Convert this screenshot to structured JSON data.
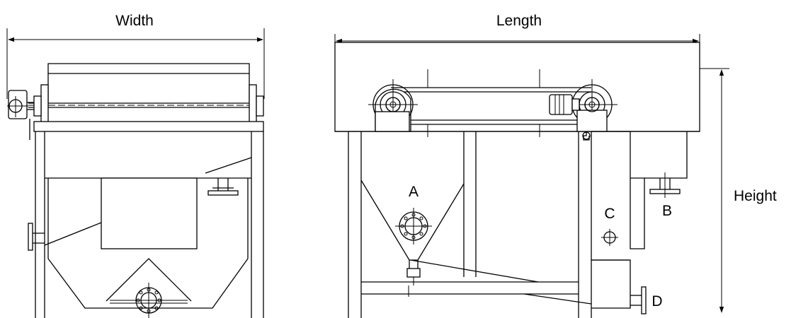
{
  "dimensions": {
    "width_label": "Width",
    "length_label": "Length",
    "height_label": "Height"
  },
  "connections": {
    "a": "A",
    "b": "B",
    "c": "C",
    "d": "D"
  }
}
